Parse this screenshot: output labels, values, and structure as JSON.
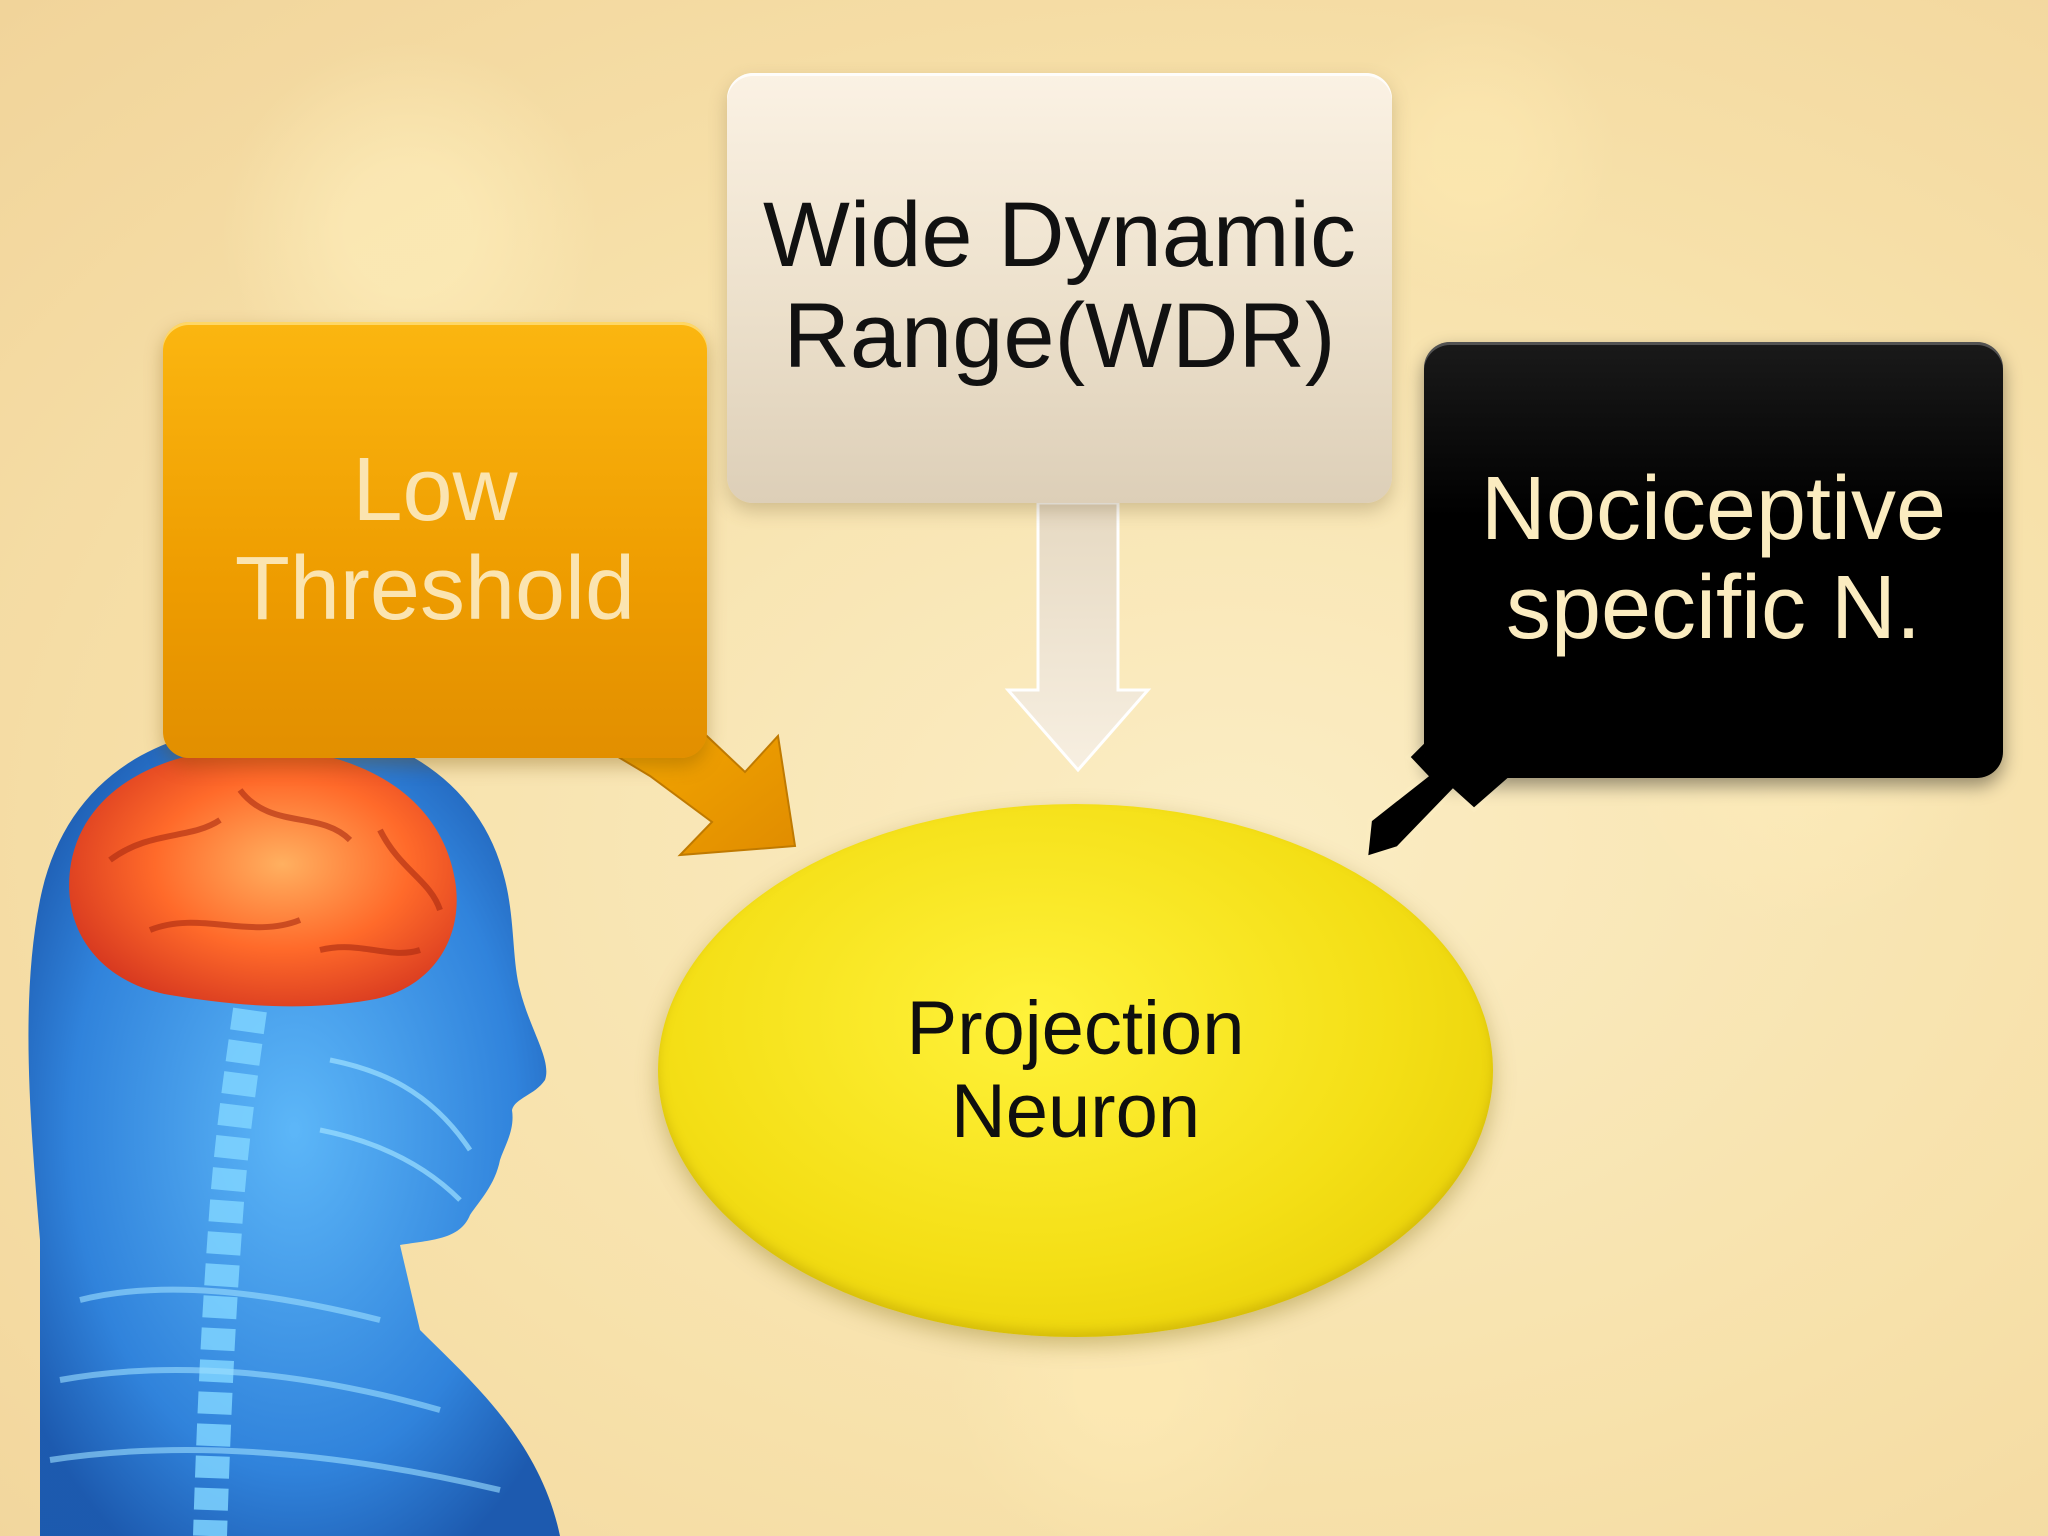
{
  "diagram": {
    "boxes": [
      {
        "id": "low-threshold",
        "label": "Low\nThreshold",
        "color": "#f2a300"
      },
      {
        "id": "wdr",
        "label": "Wide Dynamic\nRange(WDR)",
        "color": "#ece0cb"
      },
      {
        "id": "nociceptive",
        "label": "Nociceptive\nspecific N.",
        "color": "#000000"
      }
    ],
    "target": {
      "label": "Projection\nNeuron",
      "color": "#f4df16"
    },
    "edges": [
      {
        "from": "low-threshold",
        "to": "projection-neuron"
      },
      {
        "from": "wdr",
        "to": "projection-neuron"
      },
      {
        "from": "nociceptive",
        "to": "projection-neuron"
      }
    ]
  }
}
